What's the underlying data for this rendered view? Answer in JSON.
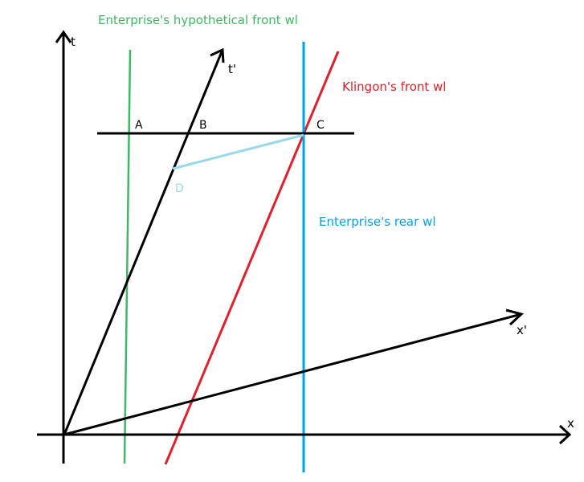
{
  "axes": {
    "t_label": "t",
    "x_label": "x",
    "t_prime_label": "t'",
    "x_prime_label": "x'"
  },
  "points": {
    "a": "A",
    "b": "B",
    "c": "C",
    "d": "D"
  },
  "worldlines": {
    "enterprise_front": "Enterprise's hypothetical front wl",
    "klingon_front": "Klingon's front wl",
    "enterprise_rear": "Enterprise's rear wl"
  },
  "colors": {
    "axes": "#000000",
    "enterprise_front": "#3cb964",
    "klingon_front": "#e3202a",
    "enterprise_rear": "#00a2e8",
    "segment_cd": "#99d9ea",
    "point_d_label": "#99d9ea"
  }
}
